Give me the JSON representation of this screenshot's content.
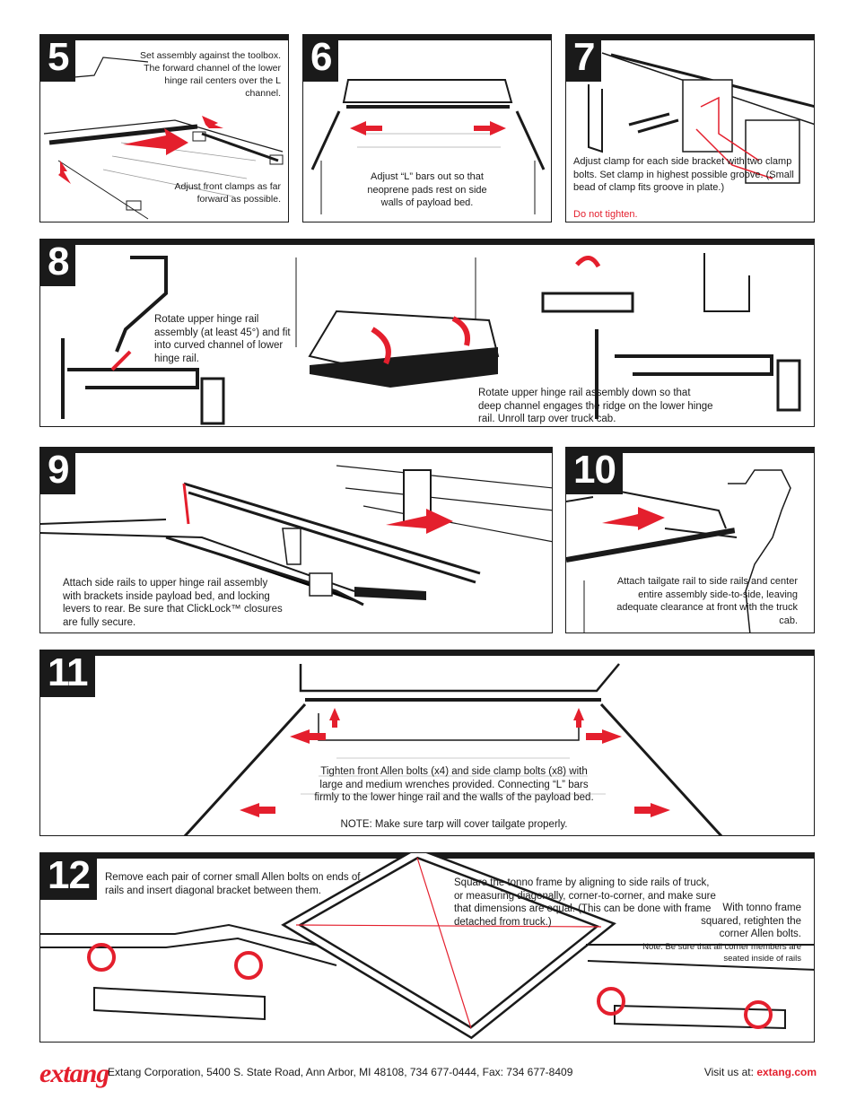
{
  "steps": {
    "s5": {
      "num": "5",
      "text1": "Set assembly against the toolbox. The forward channel of the lower hinge rail centers over the L channel.",
      "text2": "Adjust front clamps as far forward as possible."
    },
    "s6": {
      "num": "6",
      "text": "Adjust “L” bars out so that neoprene pads rest on side walls of payload bed."
    },
    "s7": {
      "num": "7",
      "text": "Adjust clamp for each side bracket with two clamp bolts. Set clamp in highest possible groove. (Small bead of clamp fits groove in plate.)",
      "warn": "Do not tighten."
    },
    "s8": {
      "num": "8",
      "text1": "Rotate upper hinge rail assembly  (at least 45°) and fit into curved channel of lower hinge rail.",
      "text2": "Rotate upper hinge rail assembly down so that deep channel engages the ridge on the lower hinge rail. Unroll tarp over truck cab."
    },
    "s9": {
      "num": "9",
      "text": "Attach side rails to upper hinge rail assembly with brackets inside payload bed, and locking levers to rear. Be sure that ClickLock™ closures are fully secure."
    },
    "s10": {
      "num": "10",
      "text": "Attach tailgate rail to side rails and center entire assembly side-to-side, leaving adequate clearance at front with the truck cab."
    },
    "s11": {
      "num": "11",
      "text1": "Tighten front Allen bolts (x4) and side clamp bolts (x8) with large and medium wrenches provided. Connecting “L” bars firmly to the  lower hinge rail and the walls of the payload bed.",
      "text2": "NOTE: Make sure tarp will cover tailgate properly."
    },
    "s12": {
      "num": "12",
      "text1": "Remove each pair of corner small Allen bolts on ends of rails and insert diagonal bracket between them.",
      "text2": "Square the tonno frame by aligning to side rails of truck, or measuring diagonally, corner-to-corner, and make sure that dimensions are equal. (This can be done with frame detached from truck.)",
      "text3": "With tonno frame squared, retighten the corner Allen bolts.",
      "text4": "Note: Be sure that all corner members are seated inside of rails"
    }
  },
  "footer": {
    "logo": "extang",
    "address": "Extang Corporation, 5400 S. State Road, Ann Arbor, MI 48108, 734 677-0444, Fax: 734 677-8409",
    "visit_label": "Visit us at: ",
    "visit_url": "extang.com"
  },
  "colors": {
    "accent": "#e41f2d",
    "ink": "#1a1a1a"
  }
}
